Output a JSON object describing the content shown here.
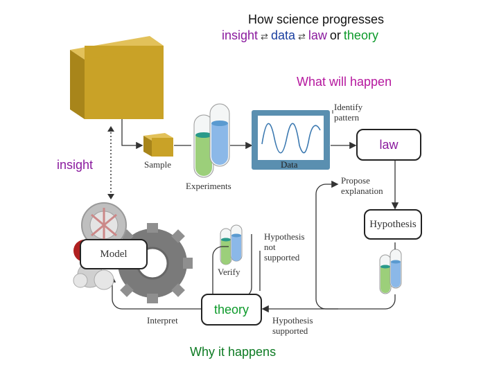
{
  "header": {
    "title": "How science progresses",
    "sequence": [
      {
        "text": "insight",
        "color": "#8a1a9e"
      },
      {
        "text": "⇄",
        "color": "#444444"
      },
      {
        "text": "data",
        "color": "#1a3fa0"
      },
      {
        "text": "⇄",
        "color": "#444444"
      },
      {
        "text": "law",
        "color": "#8a1a9e"
      },
      {
        "text": "or",
        "color": "#111111"
      },
      {
        "text": "theory",
        "color": "#0c9a2a"
      }
    ]
  },
  "annotations": {
    "what_will_happen": "What will happen",
    "why_it_happens": "Why it happens",
    "insight": "insight"
  },
  "diagram": {
    "sample": "Sample",
    "experiments": "Experiments",
    "data": "Data",
    "identify_pattern_1": "Identify",
    "identify_pattern_2": "pattern",
    "law": "law",
    "propose_explanation_1": "Propose",
    "propose_explanation_2": "explanation",
    "hypothesis": "Hypothesis",
    "hypothesis_not_supported_1": "Hypothesis",
    "hypothesis_not_supported_2": "not",
    "hypothesis_not_supported_3": "supported",
    "verify": "Verify",
    "model": "Model",
    "theory": "theory",
    "interpret": "Interpret",
    "hypothesis_supported_1": "Hypothesis",
    "hypothesis_supported_2": "supported"
  },
  "colors": {
    "cube": "#c9a227",
    "data_panel": "#5a8fb0",
    "tube_green": "#9ccf7a",
    "tube_blue": "#8bb8e8",
    "gear": "#8a8a8a",
    "atom_red": "#b02020"
  }
}
